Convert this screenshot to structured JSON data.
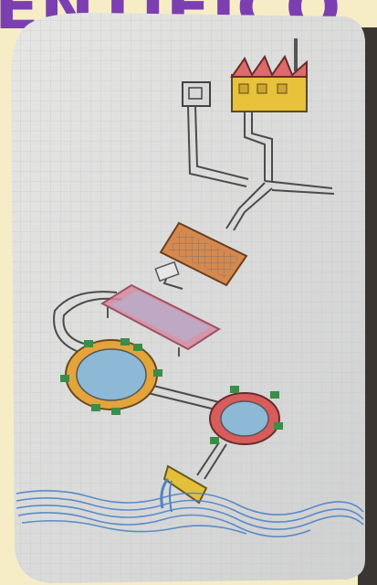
{
  "banner": {
    "text": "ENTIFICO"
  },
  "colors": {
    "banner": "#7b3fb1",
    "background": "#f6edc6",
    "paper": "#dfdedc",
    "pencil": "#4b4b4b",
    "factory": "#e7c23a",
    "roof": "#de6b6b",
    "solar_panel": "#d4894f",
    "filter_pink": "#d78aa0",
    "tank_orange": "#e3a43b",
    "tank_red": "#d85c5c",
    "tank_inner": "#8db8d6",
    "pump": "#e3bf3a",
    "water": "#4e83c6",
    "nubs": "#3b8d4a"
  },
  "illustration": {
    "items": [
      "factory-icon",
      "meter-box-icon",
      "pipes",
      "solar-panel-icon",
      "filter-unit-icon",
      "orange-tank-icon",
      "red-tank-icon",
      "water-pump-icon",
      "water-waves"
    ]
  }
}
